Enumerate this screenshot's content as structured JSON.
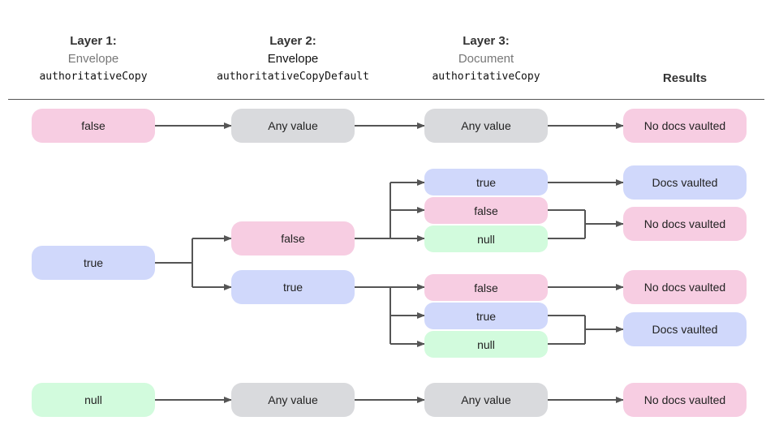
{
  "headers": {
    "layer1": {
      "title": "Layer 1:",
      "sub": "Envelope",
      "code": "authoritativeCopy"
    },
    "layer2": {
      "title": "Layer 2:",
      "sub": "Envelope",
      "code": "authoritativeCopyDefault"
    },
    "layer3": {
      "title": "Layer 3:",
      "sub": "Document",
      "code": "authoritativeCopy"
    },
    "results": {
      "title": "Results"
    }
  },
  "rows": {
    "false_branch": {
      "l1": "false",
      "l2": "Any value",
      "l3": "Any value",
      "result": "No docs vaulted"
    },
    "true_branch": {
      "l1": "true",
      "l2_false": {
        "label": "false",
        "l3": [
          "true",
          "false",
          "null"
        ],
        "results": [
          "Docs vaulted",
          "No docs vaulted"
        ]
      },
      "l2_true": {
        "label": "true",
        "l3": [
          "false",
          "true",
          "null"
        ],
        "results": [
          "No docs vaulted",
          "Docs vaulted"
        ]
      }
    },
    "null_branch": {
      "l1": "null",
      "l2": "Any value",
      "l3": "Any value",
      "result": "No docs vaulted"
    }
  },
  "colors": {
    "false": "#f7cde2",
    "true": "#d0d8fb",
    "null": "#d2fbdd",
    "any": "#d9dadd",
    "connector": "#555555"
  }
}
